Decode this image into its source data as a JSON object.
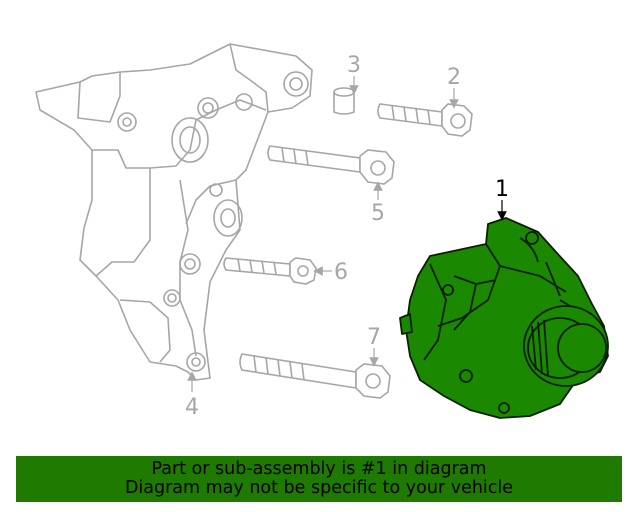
{
  "colors": {
    "banner_bg": "#1e7a00",
    "highlight_part": "#1a8800",
    "outline_gray": "#a6a6a6",
    "outline_dark": "#0b1f00"
  },
  "callouts": [
    {
      "id": "1",
      "label": "1",
      "highlighted": true
    },
    {
      "id": "2",
      "label": "2",
      "highlighted": false
    },
    {
      "id": "3",
      "label": "3",
      "highlighted": false
    },
    {
      "id": "4",
      "label": "4",
      "highlighted": false
    },
    {
      "id": "5",
      "label": "5",
      "highlighted": false
    },
    {
      "id": "6",
      "label": "6",
      "highlighted": false
    },
    {
      "id": "7",
      "label": "7",
      "highlighted": false
    }
  ],
  "banner": {
    "line1": "Part or sub-assembly is #1 in diagram",
    "line2": "Diagram may not be specific to your vehicle"
  }
}
